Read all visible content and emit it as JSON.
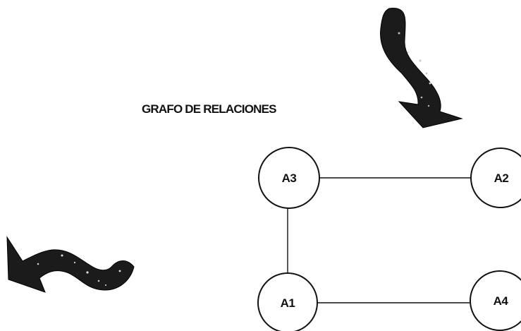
{
  "title": "GRAFO DE RELACIONES",
  "nodes": [
    {
      "id": "A3",
      "label": "A3"
    },
    {
      "id": "A2",
      "label": "A2"
    },
    {
      "id": "A1",
      "label": "A1"
    },
    {
      "id": "A4",
      "label": "A4"
    }
  ],
  "edges": [
    {
      "from": "A3",
      "to": "A2"
    },
    {
      "from": "A3",
      "to": "A1"
    },
    {
      "from": "A1",
      "to": "A4"
    }
  ],
  "colors": {
    "stroke": "#111111",
    "arrow_fill": "#1a1a1a",
    "background": "#ffffff"
  },
  "icons": [
    "curved-arrow-down-icon",
    "curved-arrow-left-icon"
  ]
}
